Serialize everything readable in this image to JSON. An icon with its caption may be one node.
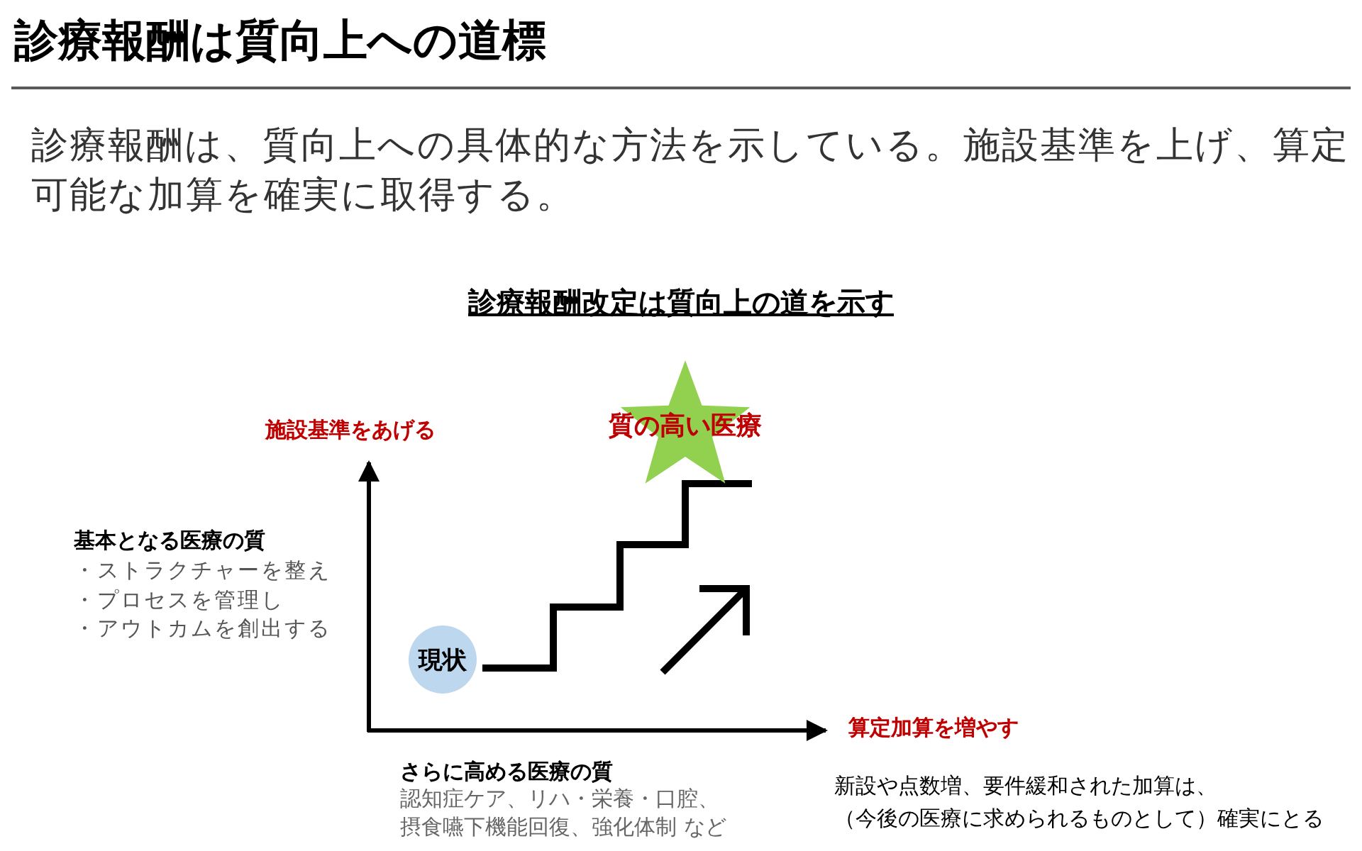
{
  "diagram": {
    "title": "診療報酬は質向上への道標",
    "nodes": [
      {
        "text": [
          "現状"
        ]
      },
      {
        "text": [
          "質の高い医療"
        ]
      }
    ],
    "labels": [
      "診療報酬は、質向上への具体的な方法を示している。施設基準を上げ、算定可能な加算を確実に取得する。",
      "診療報酬改定は質向上の道を示す",
      "施設基準をあげる",
      "基本となる医療の質",
      "・ストラクチャーを整え",
      "・プロセスを管理し",
      "・アウトカムを創出する",
      "算定加算を増やす",
      "さらに高める医療の質",
      "認知症ケア、リハ・栄養・口腔、摂食嚥下機能回復、強化体制 など",
      "新設や点数増、要件緩和された加算は、",
      "（今後の医療に求められるものとして）確実にとる"
    ]
  }
}
